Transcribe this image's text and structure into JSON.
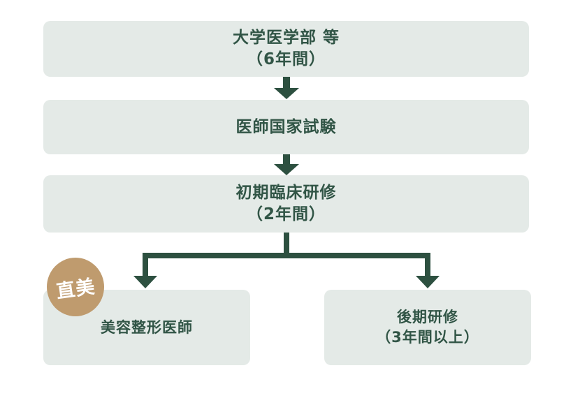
{
  "palette": {
    "page_bg": "#ffffff",
    "box_fill": "#e4eae7",
    "box_text": "#315546",
    "arrow": "#2d5040",
    "badge_fill": "#bf9b6e",
    "badge_text": "#ffffff"
  },
  "flowchart": {
    "steps": [
      {
        "id": "medical-school",
        "line1": "大学医学部 等",
        "line2": "（6年間）"
      },
      {
        "id": "national-exam",
        "line1": "医師国家試験",
        "line2": ""
      },
      {
        "id": "initial-training",
        "line1": "初期臨床研修",
        "line2": "（2年間）"
      },
      {
        "id": "cosmetic-surgeon",
        "line1": "美容整形医師",
        "line2": ""
      },
      {
        "id": "later-training",
        "line1": "後期研修",
        "line2": "（3年間以上）"
      }
    ],
    "badge": {
      "label": "直美"
    }
  }
}
